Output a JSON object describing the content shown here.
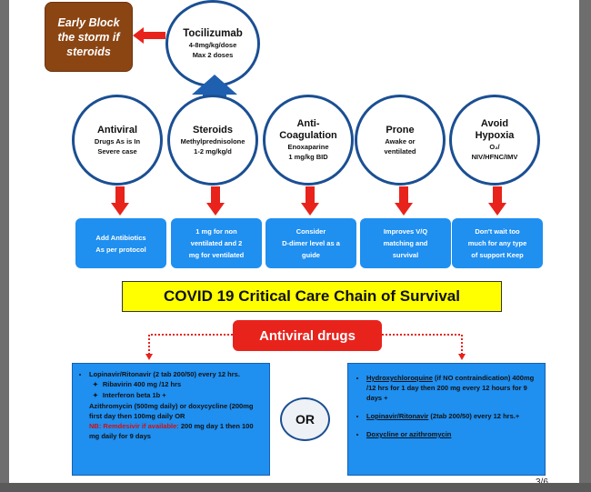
{
  "storm_box": {
    "line1": "Early Block",
    "line2": "the storm if",
    "line3": "steroids"
  },
  "tocilizumab": {
    "title": "Tocilizumab",
    "line1": "4-8mg/kg/dose",
    "line2": "Max 2 doses"
  },
  "circles": [
    {
      "title": "Antiviral",
      "line1": "Drugs As is In",
      "line2": "Severe case",
      "line3": ""
    },
    {
      "title": "Steroids",
      "line1": "Methylprednisolone",
      "line2": "1-2 mg/kg/d",
      "line3": ""
    },
    {
      "title": "Anti-",
      "title2": "Coagulation",
      "line1": "Enoxaparine",
      "line2": "1 mg/kg BID"
    },
    {
      "title": "Prone",
      "line1": "Awake or",
      "line2": "ventilated"
    },
    {
      "title": "Avoid",
      "title2": "Hypoxia",
      "line1": "O₂/",
      "line2": "NIV/HFNC/IMV"
    }
  ],
  "boxes": [
    {
      "line1": "Add Antibiotics",
      "line2": "As per protocol",
      "line3": ""
    },
    {
      "line1": "1 mg for non",
      "line2": "ventilated and 2",
      "line3": "mg for  ventilated"
    },
    {
      "line1": "Consider",
      "line2": "D-dimer level as a",
      "line3": "guide"
    },
    {
      "line1": "Improves V/Q",
      "line2": "matching and",
      "line3": "survival"
    },
    {
      "line1": "Don't wait too",
      "line2": "much for any type",
      "line3": "of support Keep"
    }
  ],
  "banner": "COVID 19 Critical Care Chain of Survival",
  "antiviral_label": "Antiviral drugs",
  "left_box": {
    "item1": "Lopinavir/Ritonavir (2 tab 200/50) every 12 hrs.",
    "sub1": "Ribavirin 400 mg /12 hrs",
    "sub2": "Interferon beta 1b +",
    "cont": "Azithromycin (500mg daily) or doxycycline (200mg first day then 100mg daily OR",
    "nb_red": "NB: Remdesivir if available:",
    "nb_rest": " 200 mg day 1 then 100 mg daily for 9 days"
  },
  "or_label": "OR",
  "right_box": {
    "item1_u": "Hydroxychloroquine",
    "item1_rest": " (if NO contraindication) 400mg /12 hrs for 1 day then 200 mg every 12 hours for 9 days +",
    "item2_u": "Lopinavir/Ritonavir",
    "item2_rest": " (2tab 200/50) every 12 hrs.+",
    "item3_u": "Doxycline or azithromycin"
  },
  "page_number": "3/6",
  "colors": {
    "blue": "#1f8ff0",
    "navy": "#1b4f93",
    "red": "#e8231c",
    "yellow": "#ffff00",
    "brown": "#8b4513"
  }
}
